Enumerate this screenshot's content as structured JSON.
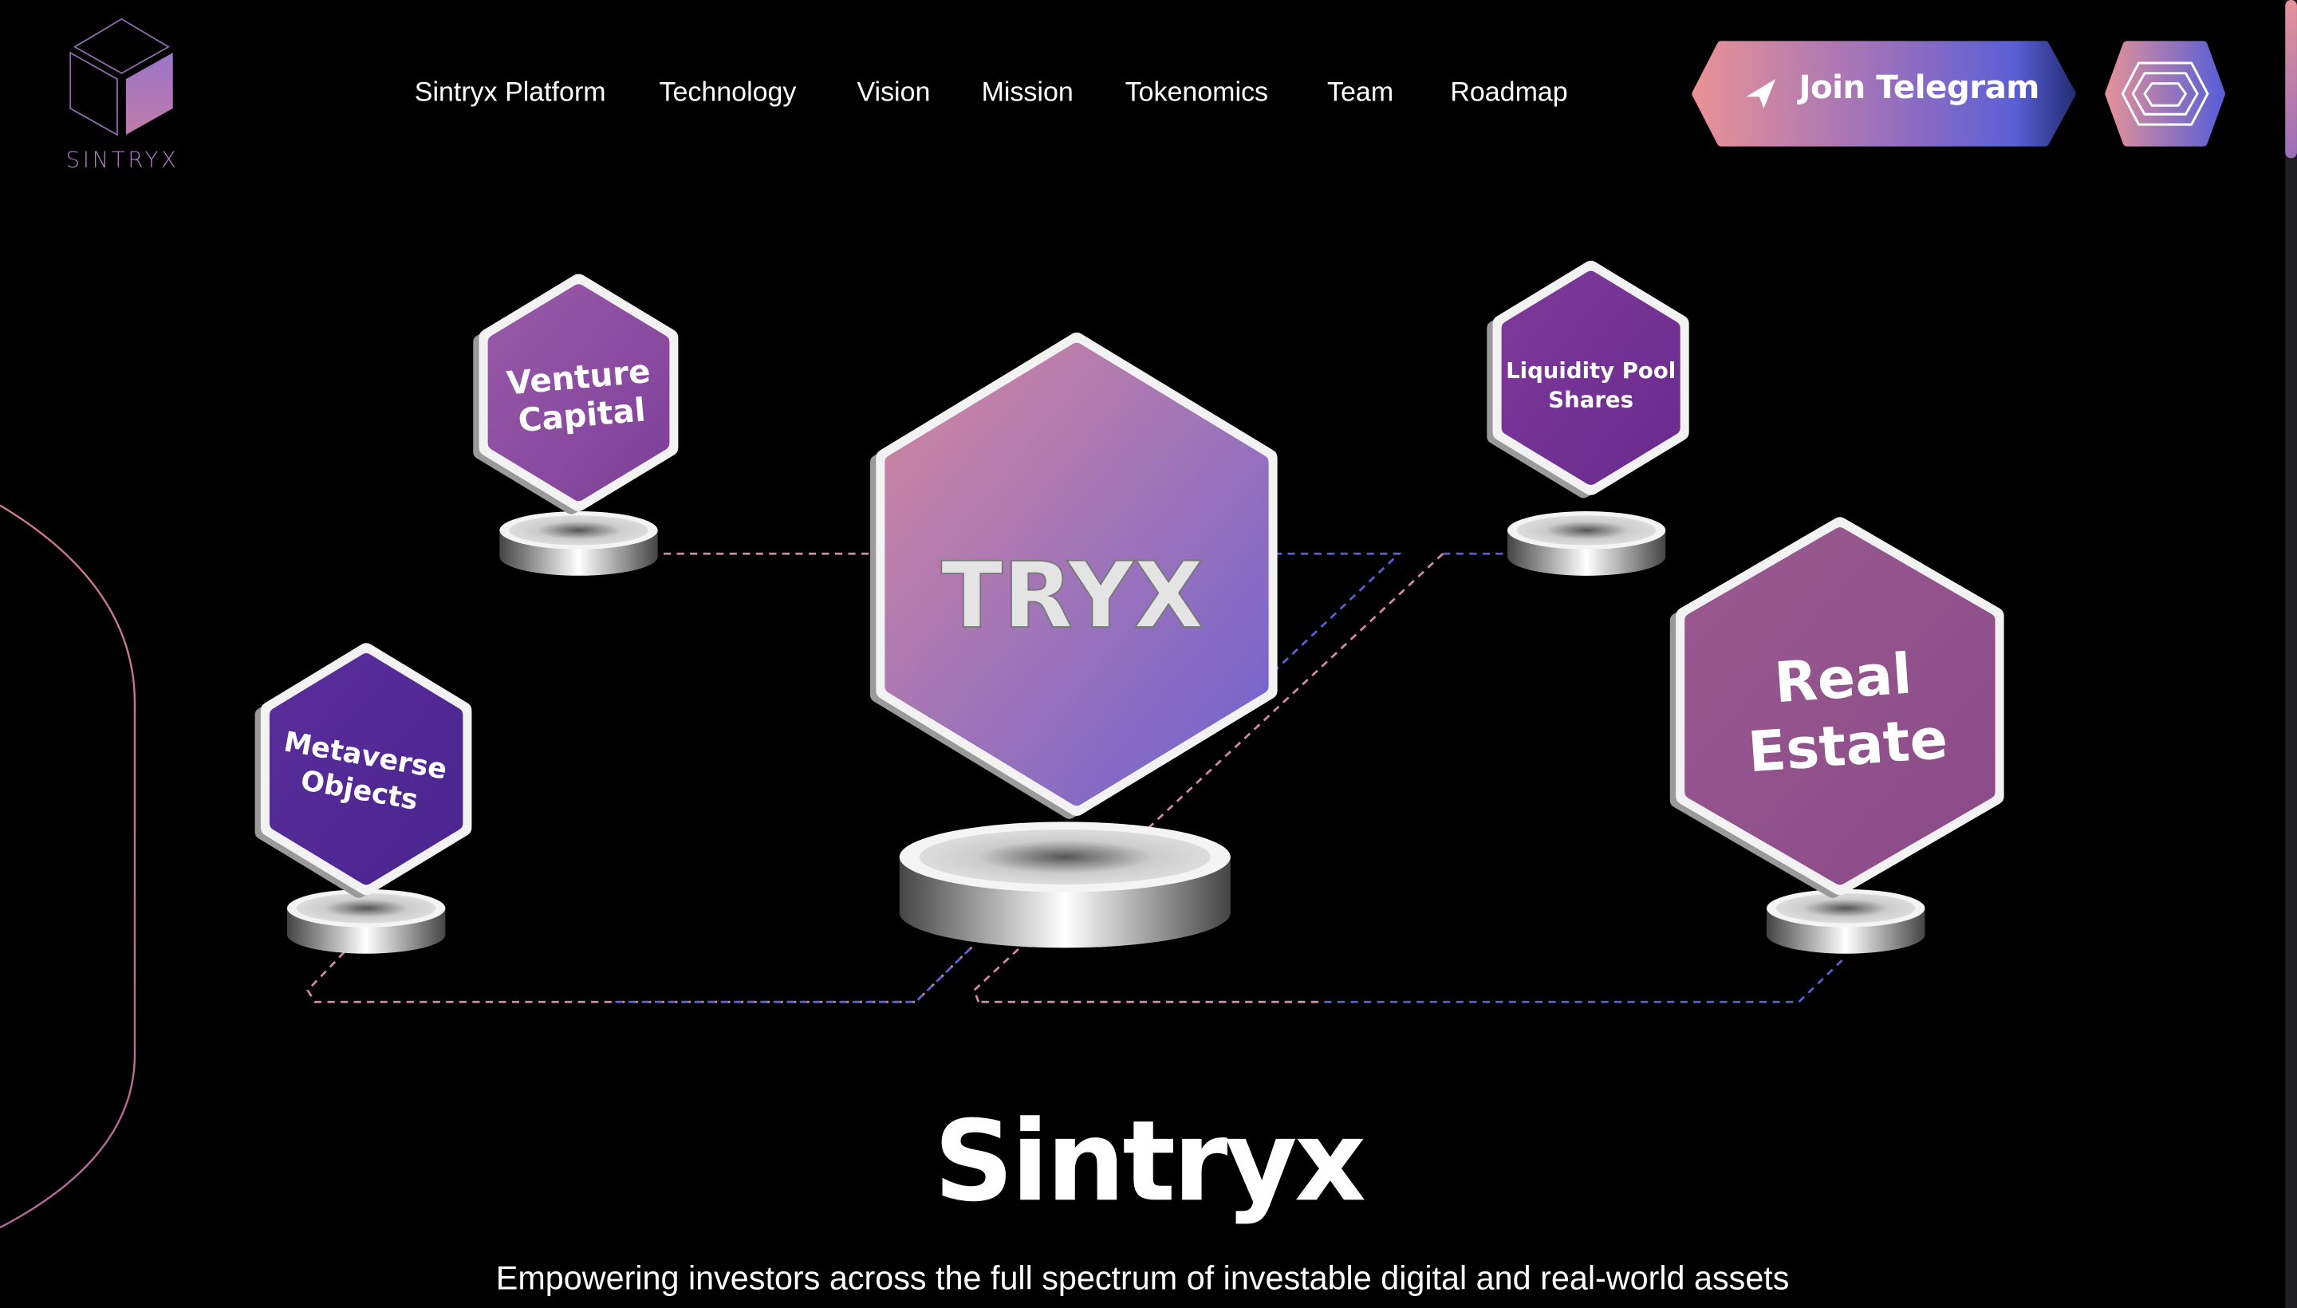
{
  "brand": {
    "name": "SINTRYX"
  },
  "nav": {
    "items": [
      "Sintryx Platform",
      "Technology",
      "Vision",
      "Mission",
      "Tokenomics",
      "Team",
      "Roadmap"
    ]
  },
  "cta": {
    "label": "Join Telegram",
    "icon": "paper-plane-icon"
  },
  "menu": {
    "icon": "hexagon-menu-icon"
  },
  "illustration": {
    "center": "TRYX",
    "nodes": {
      "venture": [
        "Venture",
        "Capital"
      ],
      "liquidity": [
        "Liquidity Pool",
        "Shares"
      ],
      "metaverse": [
        "Metaverse",
        "Objects"
      ],
      "realestate": [
        "Real",
        "Estate"
      ]
    }
  },
  "hero": {
    "title": "Sintryx",
    "subtitle": "Empowering investors across the full spectrum of investable digital and real-world assets"
  },
  "colors": {
    "background": "#000000",
    "gradient_start": "#e6929a",
    "gradient_end": "#5a5fd6",
    "accent_purple": "#7a3a9e"
  }
}
